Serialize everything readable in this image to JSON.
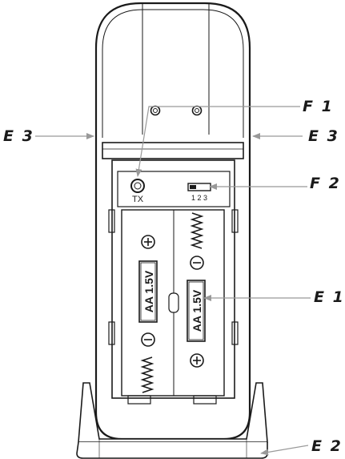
{
  "callouts": {
    "e3_left": "E 3",
    "e3_right": "E 3",
    "f1": "F 1",
    "f2": "F 2",
    "e1": "E 1",
    "e2": "E 2"
  },
  "device": {
    "tx_label": "TX",
    "switch_positions": "1 2 3",
    "battery_left": {
      "label": "AA 1.5V",
      "top_terminal": "+",
      "bottom_terminal": "-"
    },
    "battery_right": {
      "label": "AA 1.5V",
      "top_terminal": "-",
      "bottom_terminal": "+"
    }
  },
  "colors": {
    "outline": "#1a1a1a",
    "leader": "#999999"
  }
}
